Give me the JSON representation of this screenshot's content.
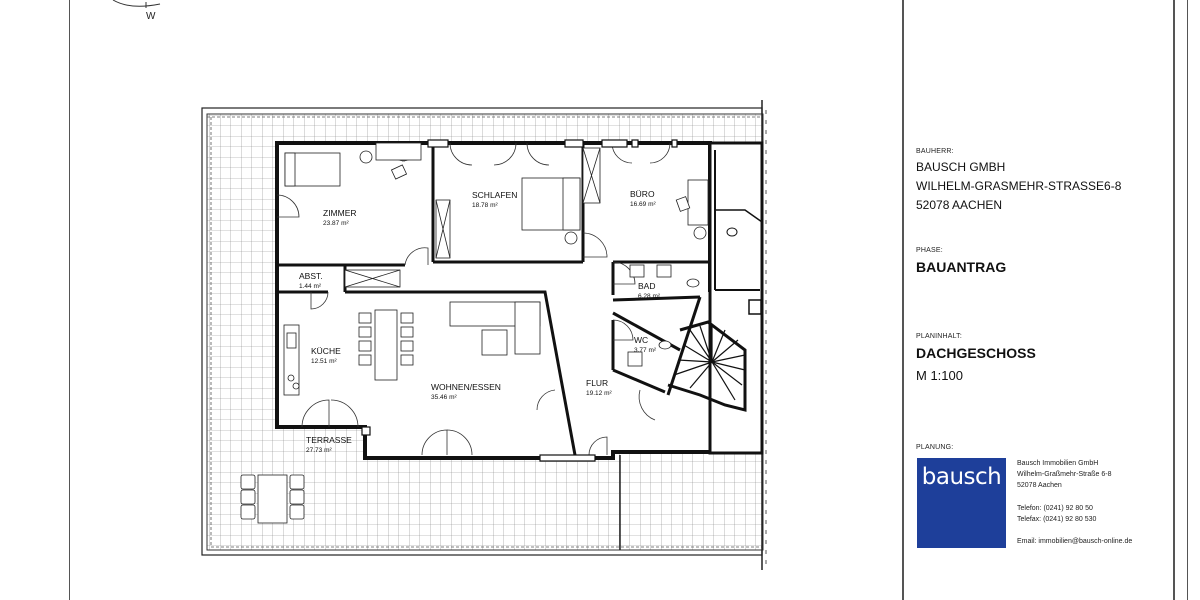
{
  "compass": {
    "direction_label": "W"
  },
  "floor_plan": {
    "rooms": [
      {
        "name": "ZIMMER",
        "area": "23.87 m²"
      },
      {
        "name": "SCHLAFEN",
        "area": "18.78 m²"
      },
      {
        "name": "BÜRO",
        "area": "16.69 m²"
      },
      {
        "name": "ABST.",
        "area": "1.44 m²"
      },
      {
        "name": "KÜCHE",
        "area": "12.51 m²"
      },
      {
        "name": "WOHNEN/ESSEN",
        "area": "35.46 m²"
      },
      {
        "name": "BAD",
        "area": "6.28 m²"
      },
      {
        "name": "WC",
        "area": "3.77 m²"
      },
      {
        "name": "FLUR",
        "area": "19.12 m²"
      },
      {
        "name": "TERRASSE",
        "area": "27.73 m²"
      }
    ]
  },
  "title_block": {
    "client_label": "BAUHERR:",
    "client_name": "BAUSCH GMBH",
    "client_street": "WILHELM-GRASMEHR-STRASSE6-8",
    "client_city": "52078 AACHEN",
    "phase_label": "PHASE:",
    "phase_value": "BAUANTRAG",
    "content_label": "PLANINHALT:",
    "content_value": "DACHGESCHOSS",
    "scale": "M 1:100",
    "planning_label": "PLANUNG:",
    "logo_text": "bausch",
    "logo_color": "#1e3f9a",
    "company": "Bausch Immobilien GmbH",
    "company_street": "Wilhelm-Graßmehr-Straße 6-8",
    "company_city": "52078 Aachen",
    "phone": "Telefon: (0241) 92 80 50",
    "fax": "Telefax: (0241) 92 80 530",
    "email": "Email: immobilien@bausch-online.de"
  }
}
